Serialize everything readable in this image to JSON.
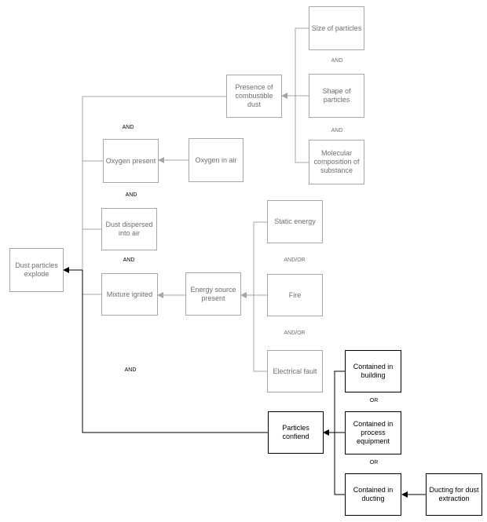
{
  "colors": {
    "muted": "#a6a6a6",
    "text_muted": "#6e6e6e",
    "active": "#000000"
  },
  "nodes": {
    "dust_explode": "Dust particles explode",
    "combustible_dust": "Presence of combustible dust",
    "size_particles": "Size of particles",
    "shape_particles": "Shape of particles",
    "molecular_composition": "Molecular composition of substance",
    "oxygen_present": "Oxygen present",
    "oxygen_in_air": "Oxygen in air",
    "dust_dispersed": "Dust dispersed into air",
    "mixture_ignited": "Mixture ignited",
    "energy_source": "Energy source present",
    "static_energy": "Static energy",
    "fire": "Fire",
    "electrical_fault": "Electrical fault",
    "particles_confined": "Particles confiend",
    "contained_building": "Contained in building",
    "contained_process": "Contained in process equipment",
    "contained_ducting": "Contained in ducting",
    "ducting_dust": "Ducting for dust extraction"
  },
  "gates": {
    "and_particles_1": "AND",
    "and_particles_2": "AND",
    "and_main_1": "AND",
    "and_main_2": "AND",
    "and_main_3": "AND",
    "andor_1": "AND/OR",
    "andor_2": "AND/OR",
    "and_main_4": "AND",
    "or_1": "OR",
    "or_2": "OR"
  }
}
